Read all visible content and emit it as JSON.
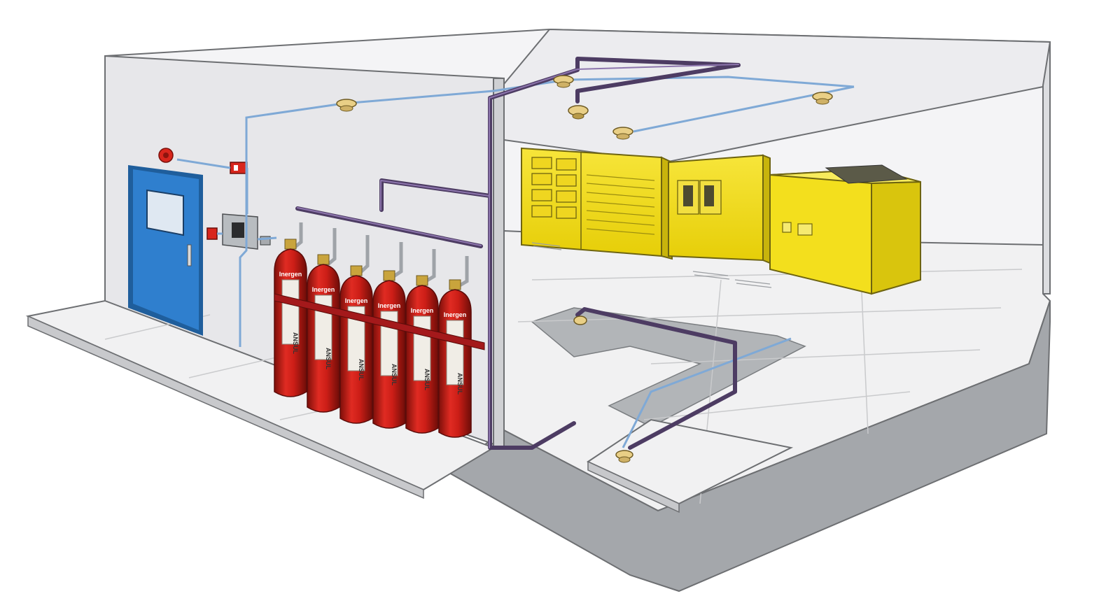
{
  "colors": {
    "background": "#ffffff",
    "wall": "#e8e8ea",
    "wall_light": "#f2f2f4",
    "floor": "#eeeeef",
    "subfloor": "#9fa2a6",
    "wall_outline": "#6d6f72",
    "door": "#2f7fce",
    "door_frame": "#1f5e9c",
    "cylinder": "#cc1e17",
    "cylinder_shadow": "#8f120d",
    "valve": "#c9a43c",
    "discharge_pipe": "#5a4670",
    "detection_wire": "#7fa9d6",
    "detector": "#e9cf86",
    "equipment": "#f4de12",
    "equipment_dark": "#c8b40c",
    "alarm_red": "#d8261d",
    "control_panel": "#b8bcc0"
  },
  "cylinder_labels": [
    "Inergen",
    "Inergen",
    "Inergen",
    "Inergen",
    "Inergen",
    "Inergen"
  ],
  "cylinder_tags": [
    "ANSUL",
    "ANSUL",
    "ANSUL",
    "ANSUL",
    "ANSUL",
    "ANSUL"
  ],
  "icons": {
    "smoke_detector": "smoke-detector-icon",
    "alarm_bell": "alarm-bell-icon",
    "pull_station": "manual-pull-station-icon",
    "control_panel": "control-panel-icon",
    "nozzle": "discharge-nozzle-icon"
  }
}
